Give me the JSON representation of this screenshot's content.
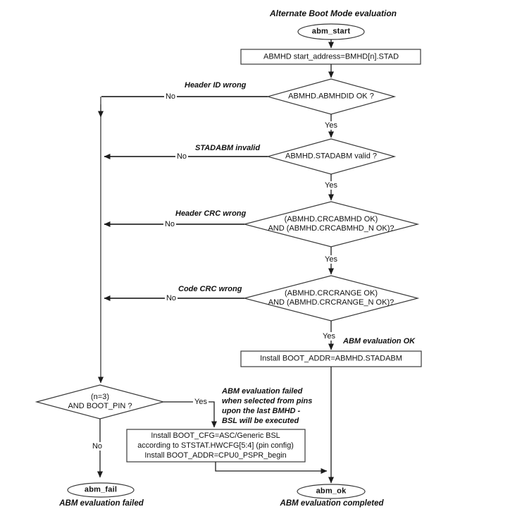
{
  "title": "Alternate Boot Mode evaluation",
  "labels": {
    "yes": "Yes",
    "no": "No"
  },
  "nodes": {
    "start": {
      "label": "abm_start"
    },
    "set_address": {
      "label": "ABMHD start_address=BMHD[n].STAD"
    },
    "check_header_id": {
      "label": "ABMHD.ABMHDID OK ?"
    },
    "check_stadabm": {
      "label": "ABMHD.STADABM valid ?"
    },
    "check_header_crc": {
      "line1": "(ABMHD.CRCABMHD OK)",
      "line2": "AND (ABMHD.CRCABMHD_N OK)?"
    },
    "check_code_crc": {
      "line1": "(ABMHD.CRCRANGE OK)",
      "line2": "AND (ABMHD.CRCRANGE_N OK)?"
    },
    "install_boot_addr": {
      "label": "Install BOOT_ADDR=ABMHD.STADABM"
    },
    "check_boot_pin": {
      "line1": "(n=3)",
      "line2": "AND BOOT_PIN ?"
    },
    "install_bsl": {
      "line1": "Install BOOT_CFG=ASC/Generic BSL",
      "line2": "according to STSTAT.HWCFG[5:4] (pin config)",
      "line3": "Install BOOT_ADDR=CPU0_PSPR_begin"
    },
    "fail": {
      "label": "abm_fail"
    },
    "ok": {
      "label": "abm_ok"
    }
  },
  "annotations": {
    "header_id_wrong": "Header ID wrong",
    "stadabm_invalid": "STADABM invalid",
    "header_crc_wrong": "Header CRC wrong",
    "code_crc_wrong": "Code CRC wrong",
    "abm_evaluation_ok": "ABM evaluation OK",
    "failed_note_line1": "ABM evaluation failed",
    "failed_note_line2": "when selected from pins",
    "failed_note_line3": "upon the last BMHD -",
    "failed_note_line4": "BSL will be executed",
    "fail_caption": "ABM evaluation failed",
    "ok_caption": "ABM evaluation completed"
  },
  "colors": {
    "line": "#2b2b2b",
    "shape_stroke": "#3a3a3a",
    "text": "#111111",
    "background": "#ffffff"
  }
}
